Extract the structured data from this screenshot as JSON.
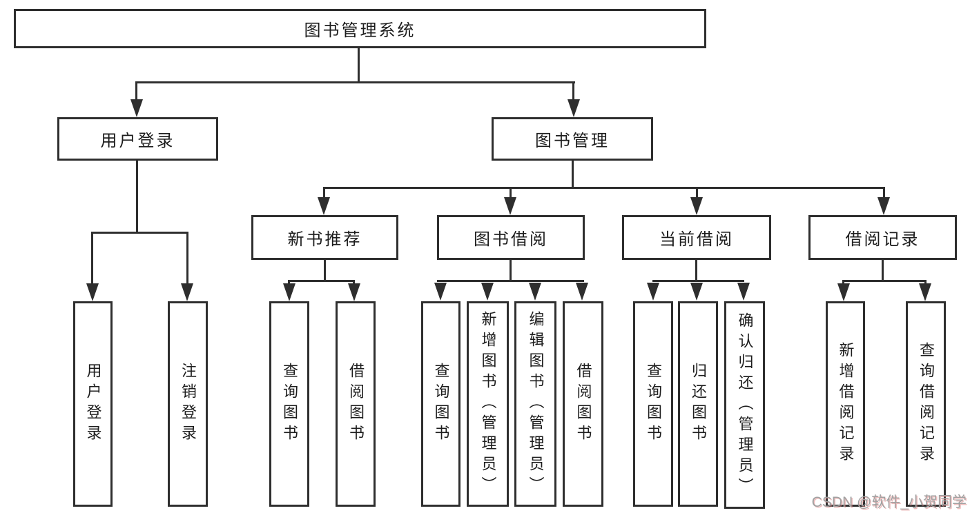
{
  "tree": {
    "root": {
      "label": "图书管理系统"
    },
    "branches": [
      {
        "label": "用户登录",
        "children": [
          {
            "label": "用户登录"
          },
          {
            "label": "注销登录"
          }
        ]
      },
      {
        "label": "图书管理",
        "children": [
          {
            "label": "新书推荐",
            "children": [
              {
                "label": "查询图书"
              },
              {
                "label": "借阅图书"
              }
            ]
          },
          {
            "label": "图书借阅",
            "children": [
              {
                "label": "查询图书"
              },
              {
                "label": "新增图书（管理员）"
              },
              {
                "label": "编辑图书（管理员）"
              },
              {
                "label": "借阅图书"
              }
            ]
          },
          {
            "label": "当前借阅",
            "children": [
              {
                "label": "查询图书"
              },
              {
                "label": "归还图书"
              },
              {
                "label": "确认归还（管理员）"
              }
            ]
          },
          {
            "label": "借阅记录",
            "children": [
              {
                "label": "新增借阅记录"
              },
              {
                "label": "查询借阅记录"
              }
            ]
          }
        ]
      }
    ]
  },
  "watermark": {
    "text": "CSDN @软件_小贺同学"
  },
  "colors": {
    "line": "#2e2e2e",
    "text": "#1d1d1d",
    "watermark": "#a1a1a1",
    "background": "#ffffff"
  }
}
